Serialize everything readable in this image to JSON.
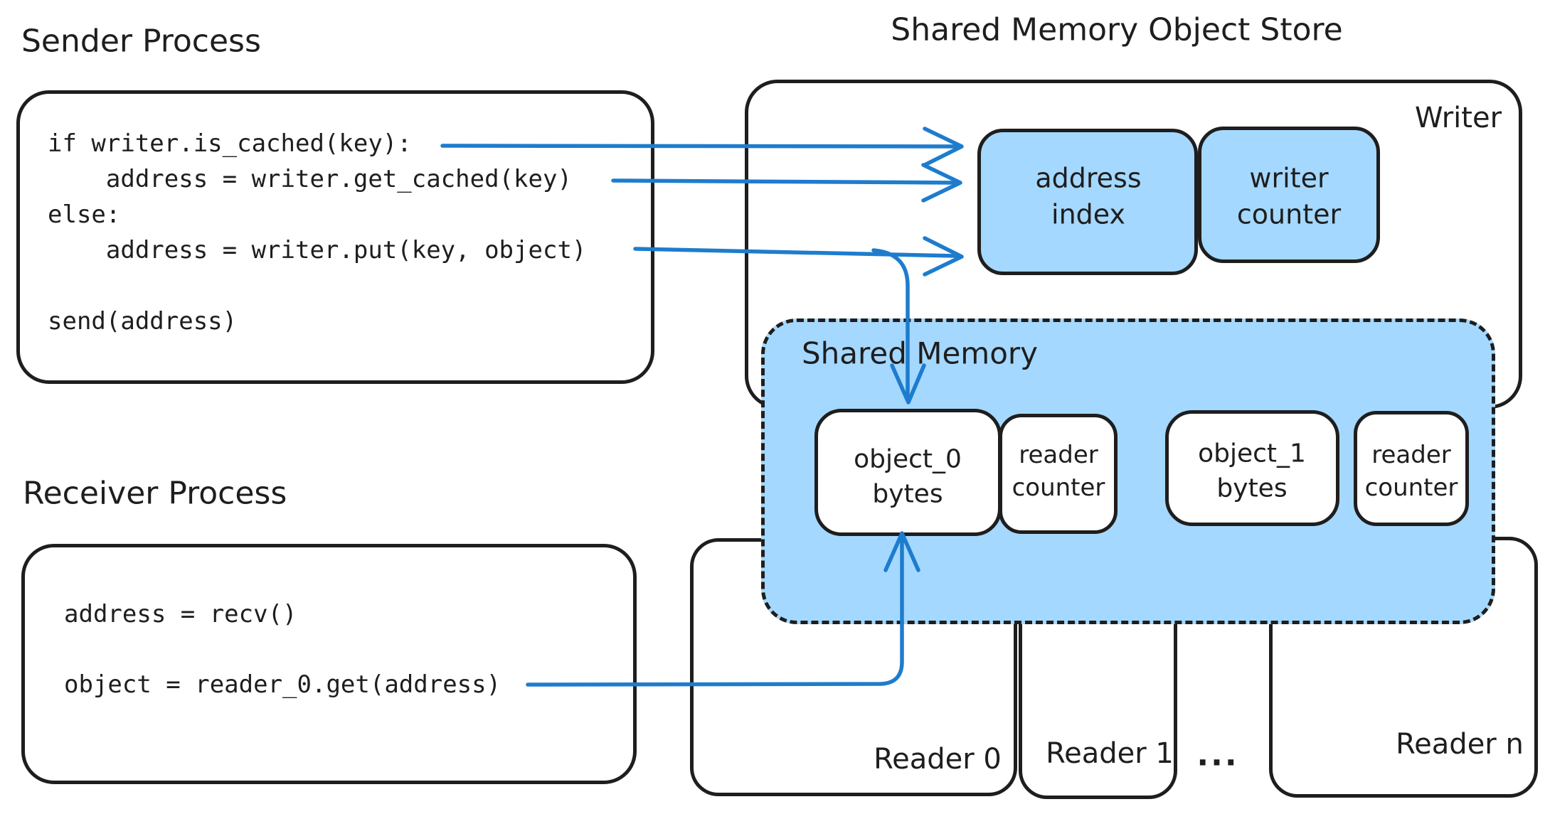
{
  "title": "Shared Memory Object Store",
  "sender": {
    "label": "Sender Process",
    "code": "if writer.is_cached(key):\n    address = writer.get_cached(key)\nelse:\n    address = writer.put(key, object)\n\nsend(address)"
  },
  "receiver": {
    "label": "Receiver Process",
    "code": "address = recv()\n\nobject = reader_0.get(address)"
  },
  "store": {
    "writer_label": "Writer",
    "address_index_label": "address\nindex",
    "writer_counter_label": "writer\ncounter",
    "shared_memory": {
      "label": "Shared Memory",
      "object_0_label": "object_0\nbytes",
      "object_0_counter_label": "reader\ncounter",
      "object_1_label": "object_1\nbytes",
      "object_1_counter_label": "reader\ncounter"
    },
    "readers": {
      "reader_0": "Reader 0",
      "reader_1": "Reader 1",
      "ellipsis": "...",
      "reader_n": "Reader n"
    }
  },
  "colors": {
    "stroke": "#1e1e1e",
    "fill_blue": "#a5d8ff",
    "arrow_blue": "#1e7ccd",
    "background": "#ffffff"
  }
}
